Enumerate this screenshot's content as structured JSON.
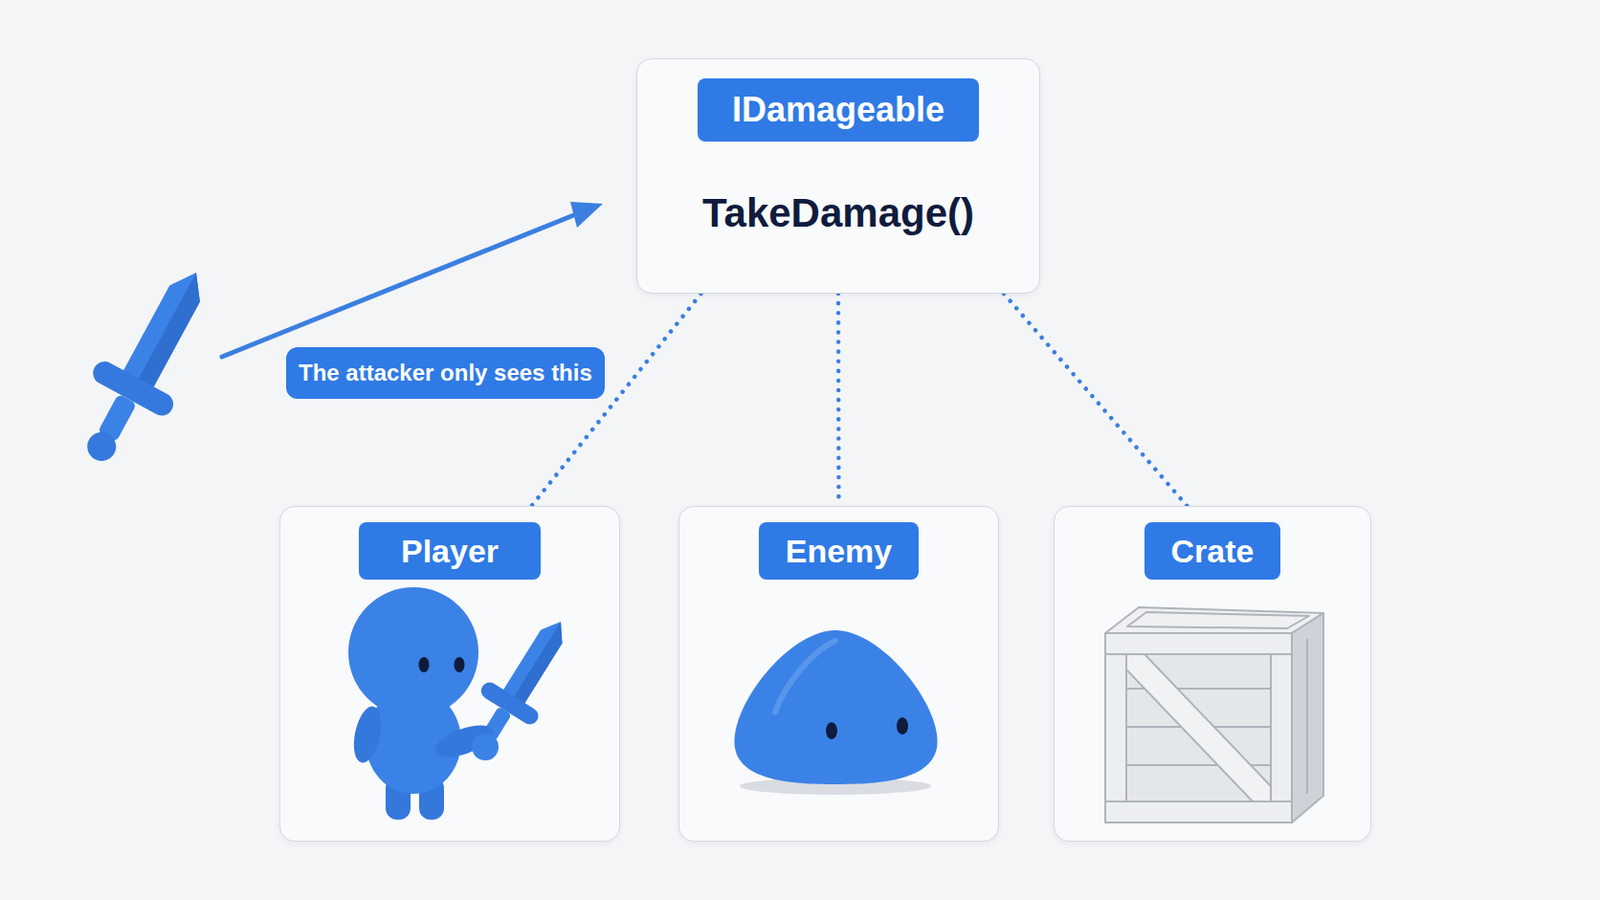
{
  "diagram": {
    "nodes": [
      {
        "text": [
          "IDamageable",
          "TakeDamage()"
        ]
      },
      {
        "text": [
          "Player"
        ]
      },
      {
        "text": [
          "Enemy"
        ]
      },
      {
        "text": [
          "Crate"
        ]
      }
    ],
    "edges": [
      {
        "from": 0,
        "to": 1,
        "arrow": "none"
      },
      {
        "from": 0,
        "to": 2,
        "arrow": "none"
      },
      {
        "from": 0,
        "to": 3,
        "arrow": "none"
      }
    ],
    "labels": [
      "The attacker only sees this"
    ]
  }
}
